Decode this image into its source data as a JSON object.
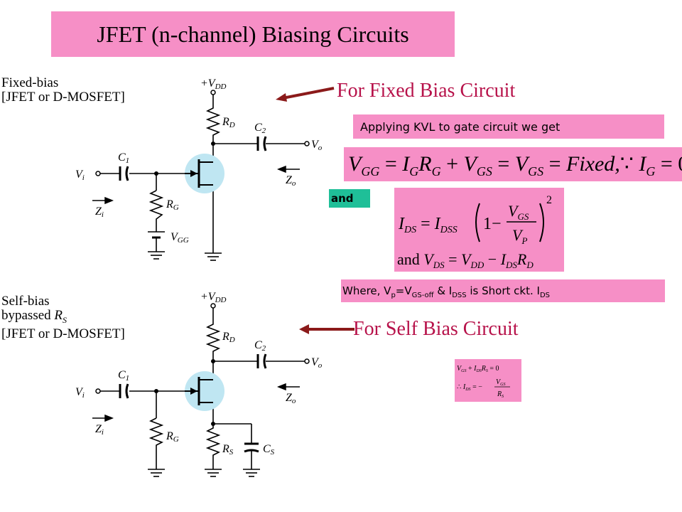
{
  "title": "JFET (n-channel) Biasing Circuits",
  "fixed_bias": {
    "label_line1": "Fixed-bias",
    "label_line2": "[JFET or D-MOSFET]",
    "callout": "For Fixed Bias Circuit"
  },
  "self_bias": {
    "label_line1": "Self-bias",
    "label_line2_prefix": "bypassed",
    "label_line2_sym": "R",
    "label_line2_sub": "S",
    "label_line3": "[JFET or D-MOSFET]",
    "callout": "For Self Bias Circuit"
  },
  "kvl_text": "Applying KVL to gate circuit we get",
  "and_label": "and",
  "where_text": {
    "prefix": "Where, V",
    "sub1": "p",
    "mid1": "=V",
    "sub2": "GS-off",
    "mid2": " & I",
    "sub3": "DSS",
    "mid3": " is Short ckt. I",
    "sub4": "DS"
  },
  "circuit_labels": {
    "vdd": "+V",
    "vdd_sub": "DD",
    "rd": "R",
    "rd_sub": "D",
    "c2": "C",
    "c2_sub": "2",
    "c1": "C",
    "c1_sub": "1",
    "vo": "V",
    "vo_sub": "o",
    "vi": "V",
    "vi_sub": "i",
    "zo": "Z",
    "zo_sub": "o",
    "zi": "Z",
    "zi_sub": "i",
    "rg": "R",
    "rg_sub": "G",
    "vgg": "V",
    "vgg_sub": "GG",
    "rs": "R",
    "rs_sub": "S",
    "cs": "C",
    "cs_sub": "S"
  },
  "colors": {
    "pink_box": "#f68fc6",
    "teal_box": "#1fbf98",
    "callout_text": "#b7124a",
    "arrow": "#8b1a1a",
    "transistor_glow": "#bfe6f2"
  }
}
